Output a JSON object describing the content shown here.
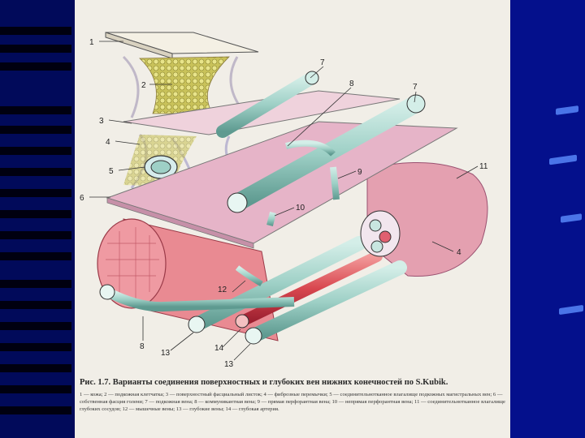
{
  "slide": {
    "caption_title": "Рис. 1.7. Варианты соединения поверхностных и глубоких вен нижних конечностей по S.Kubik.",
    "caption_body": "1 — кожа; 2 — подкожная клетчатка; 3 — поверхностный фасциальный листок; 4 — фиброзные перемычки; 5 — соединительнотканное влагалище подкожных магистральных вен; 6 — собственная фасция голени; 7 — подкожная вена; 8 — коммуникантная вена; 9 — прямая перфорантная вена; 10 — непрямая перфорантная вена; 11 — соединительнотканное влагалище глубоких сосудов; 12 — мышечные вены; 13 — глубокие вены; 14 — глубокая артерия."
  },
  "figure": {
    "labels": [
      "1",
      "2",
      "3",
      "4",
      "5",
      "6",
      "7",
      "7",
      "8",
      "9",
      "10",
      "11",
      "4",
      "12",
      "8",
      "13",
      "14",
      "13"
    ]
  },
  "colors": {
    "background": "#000428",
    "left_band": "#010a5a",
    "right_band": "#04108c",
    "accent_dash": "#4a74e8",
    "page": "#f1eee7",
    "fascia": "#e6b4c8",
    "vein": "#9ed0c6",
    "artery": "#d8464e",
    "muscle": "#e98a92"
  }
}
